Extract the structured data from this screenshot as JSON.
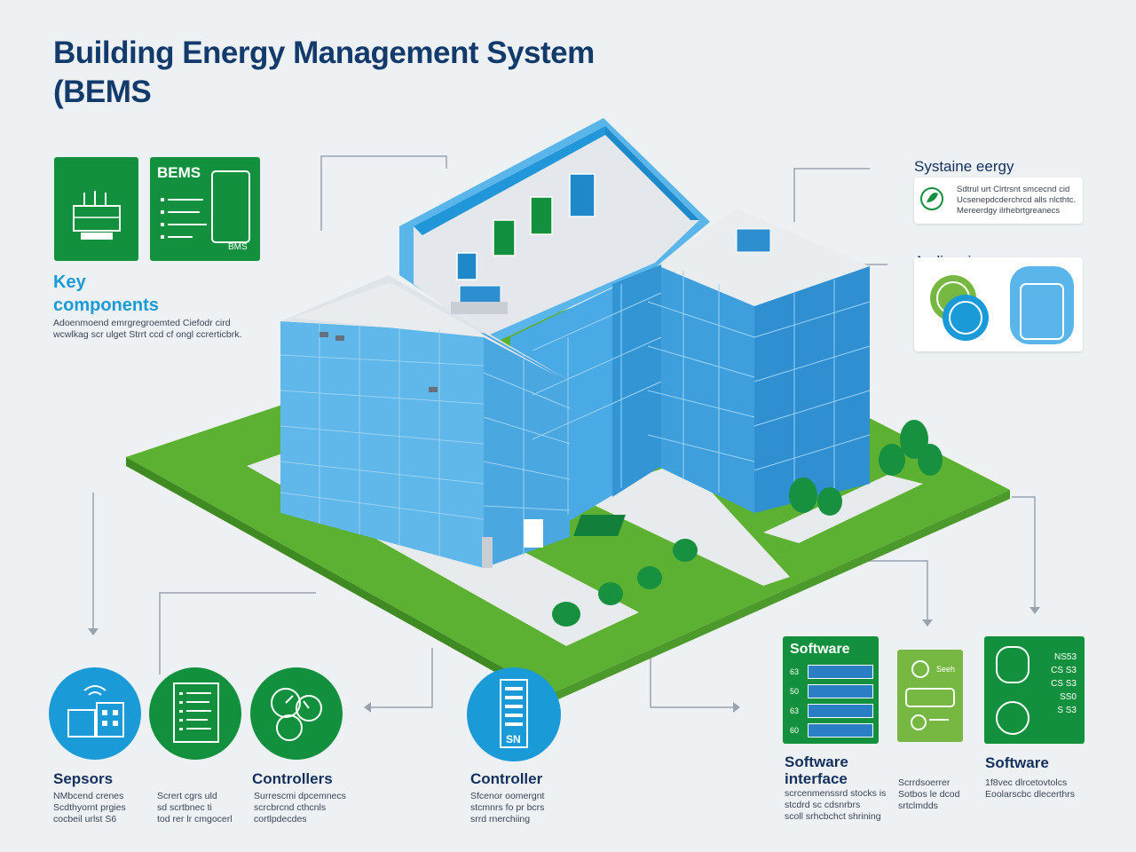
{
  "header": {
    "title_line1": "Building Energy Management System",
    "title_line2": "(BEMS"
  },
  "top_left": {
    "card2_label": "BEMS",
    "card2_code": "BMS",
    "key_title_line1": "Key",
    "key_title_line2": "components",
    "key_desc_line1": "Adoenmoend emrgregroemted Ciefodr cird",
    "key_desc_line2": "wcwlkag scr ulget Strrt ccd cf ongl ccrerticbrk."
  },
  "right_top": {
    "card1_title": "Systaine eergy",
    "card1_lines": [
      "Sdtrul urt Clrtrsnt smcecnd cid",
      "Ucsenepdcderchrcd alls nlcthtc.",
      "Mereerdgy ilrhebrtgreanecs"
    ],
    "card2_title": "Amlicenicy"
  },
  "bottom_left": [
    {
      "name": "Sepsors",
      "lines": [
        "NMbcend crenes",
        "Scdthyornt prgies",
        "cocbeil urlst S6"
      ]
    },
    {
      "name": "",
      "lines": [
        "Scrert cgrs uld",
        "sd scrtbnec ti",
        "tod rer lr cmgocerl"
      ]
    },
    {
      "name": "Controllers",
      "lines": [
        "Surrescmi dpcemnecs",
        "scrcbrcnd cthcnls",
        "cortlpdecdes"
      ]
    }
  ],
  "center_item": {
    "name": "Controller",
    "lines": [
      "Sfcenor oomergnt",
      "stcmnrs fo pr bcrs",
      "srrd rnerchiing"
    ],
    "code": "SN"
  },
  "software_cards": {
    "card1_title": "Software",
    "card1_rows": [
      "63",
      "50",
      "63",
      "60"
    ],
    "card2_text": "Seeh",
    "card3_values": [
      "NS53",
      "CS S3",
      "CS S3",
      "SS0",
      "S S3"
    ]
  },
  "bottom_right": [
    {
      "name_line1": "Software",
      "name_line2": "interface",
      "lines": [
        "scrcenmenssrd stocks is",
        "stcdrd sc cdsnrbrs",
        "scoll srhcbchct shrining"
      ]
    },
    {
      "name_line1": "",
      "name_line2": "",
      "lines": [
        "Scrrdsoerrer",
        "Sotbos le dcod",
        "srtclmdds"
      ]
    },
    {
      "name_line1": "Software",
      "name_line2": "",
      "lines": [
        "1f8vec dlrcetovtolcs",
        "Eoolarscbc dlecerthrs"
      ]
    }
  ],
  "colors": {
    "navy": "#123a6b",
    "accent_blue": "#1a9ad6",
    "green": "#12903e",
    "light_green": "#77b843",
    "glass": "#4fb0e6",
    "lawn": "#6cbf3c"
  }
}
